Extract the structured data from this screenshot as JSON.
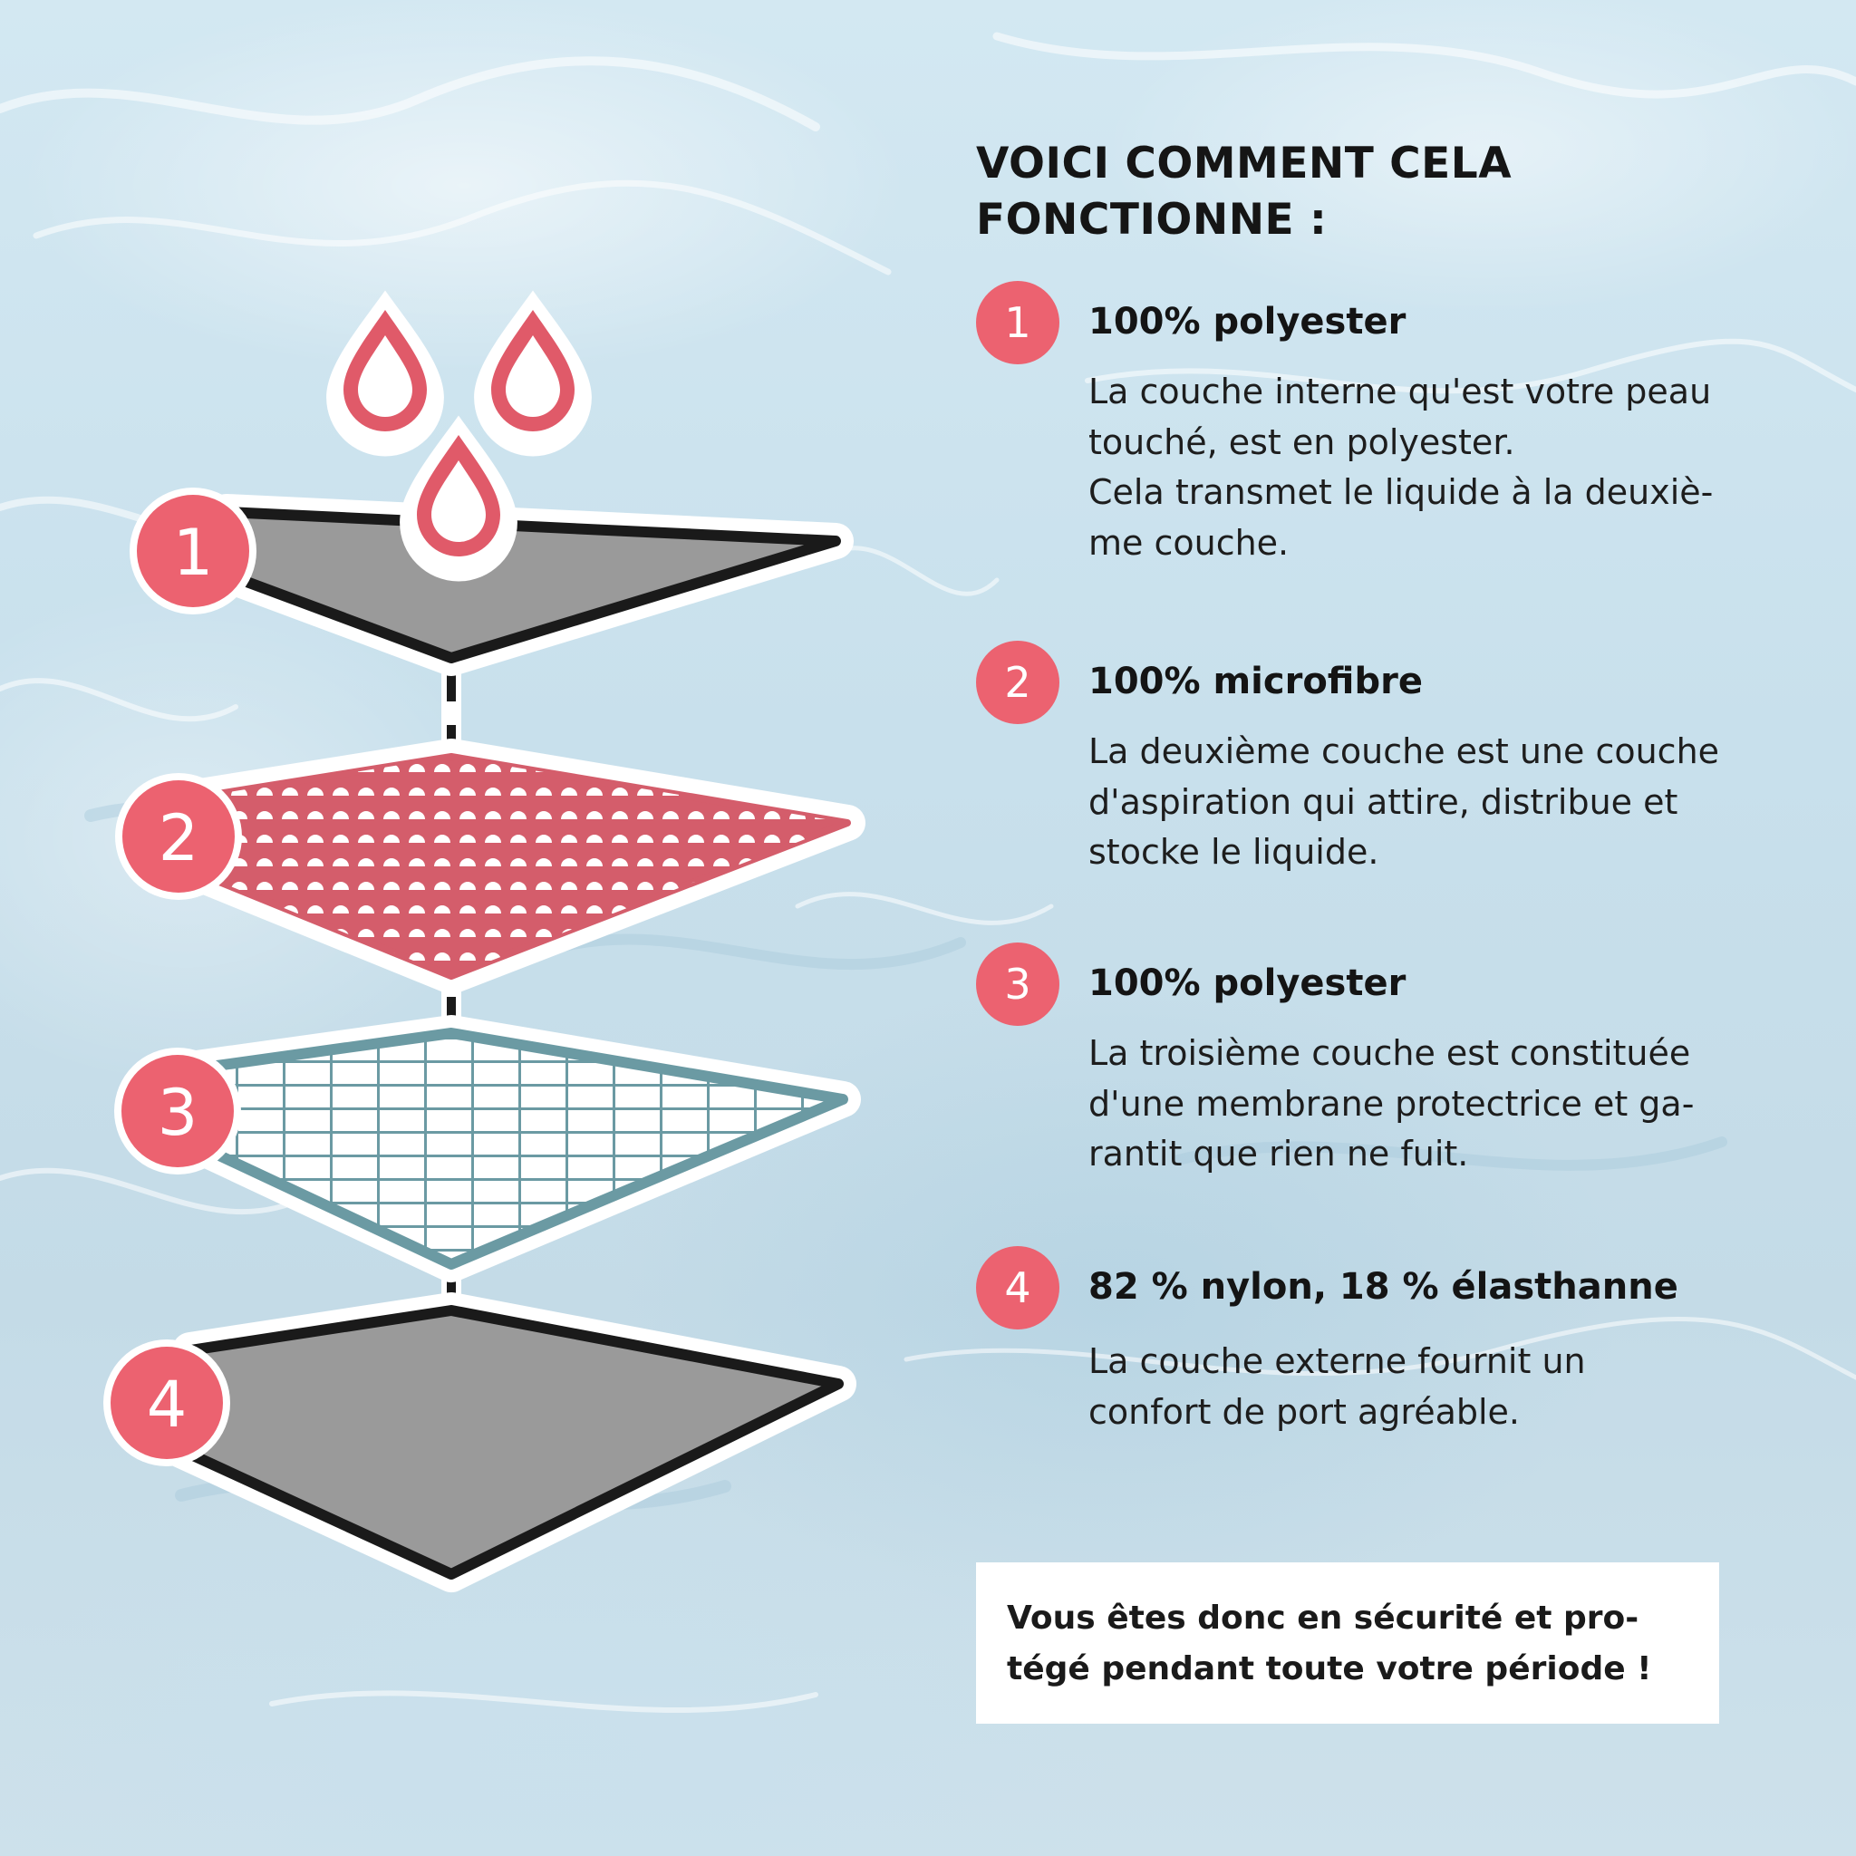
{
  "title_lines": [
    "VOICI COMMENT CELA",
    "FONCTIONNE :"
  ],
  "steps": [
    {
      "number": "1",
      "heading": "100% polyester",
      "lines": [
        "La couche interne qu'est votre peau",
        "touché, est en polyester.",
        "Cela transmet le liquide à la deuxiè-",
        "me couche."
      ]
    },
    {
      "number": "2",
      "heading": "100% microfibre",
      "lines": [
        "La deuxième couche est une couche",
        "d'aspiration qui attire, distribue et",
        "stocke le liquide."
      ]
    },
    {
      "number": "3",
      "heading": "100% polyester",
      "lines": [
        "La troisième couche est constituée",
        "d'une membrane protectrice et ga-",
        "rantit que rien ne fuit."
      ]
    },
    {
      "number": "4",
      "heading": "82 % nylon, 18 % élasthanne",
      "lines": [
        "La couche externe fournit un",
        "confort de port agréable."
      ]
    }
  ],
  "note_lines": [
    "Vous êtes donc en sécurité et pro-",
    "tégé pendant toute votre période !"
  ],
  "colors": {
    "accent": "#ec6270",
    "layer_gray": "#9a9a9a",
    "layer_red": "#d45d6b",
    "layer_teal": "#6b9aa3",
    "outline": "#1a1a1a"
  }
}
